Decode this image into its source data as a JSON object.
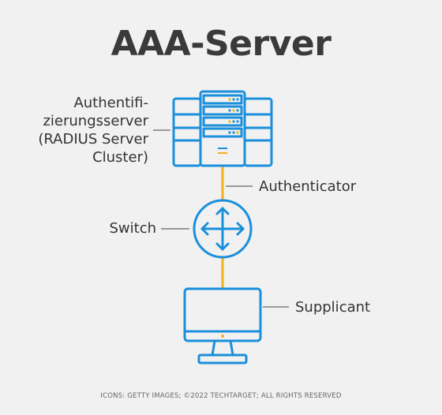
{
  "title": "AAA-Server",
  "labels": {
    "server_lines": [
      "Authentifi-",
      "zierungsserver",
      "(RADIUS Server",
      "Cluster)"
    ],
    "authenticator": "Authenticator",
    "switch": "Switch",
    "supplicant": "Supplicant"
  },
  "footer": "ICONS: GETTY IMAGES; ©2022 TECHTARGET; ALL RIGHTS RESERVED",
  "colors": {
    "icon_blue": "#1a8fdc",
    "link_yellow": "#f2b01e",
    "background": "#f1f1f1",
    "text": "#333333"
  },
  "icons": [
    "server-cluster-icon",
    "switch-icon",
    "monitor-icon"
  ]
}
